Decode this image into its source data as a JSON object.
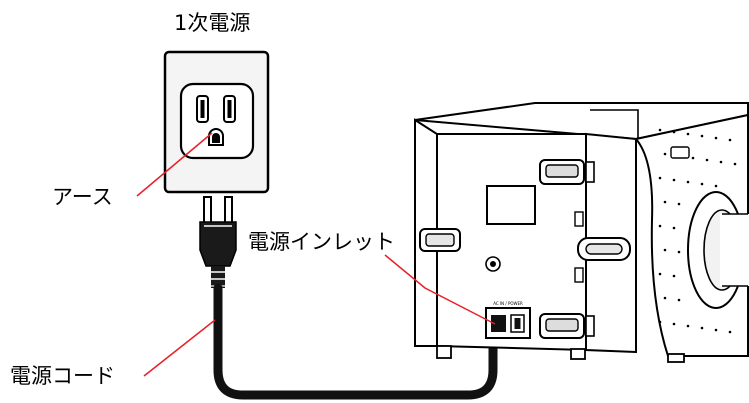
{
  "labels": {
    "primary_power": "1次電源",
    "ground": "アース",
    "power_inlet": "電源インレット",
    "power_cord": "電源コード"
  },
  "device_panel": {
    "inlet_caption": "AC IN / POWER"
  },
  "colors": {
    "leader_line": "#e8202a",
    "stroke": "#000000",
    "outlet_fill": "#f4f4f4",
    "device_fill": "#ffffff"
  }
}
